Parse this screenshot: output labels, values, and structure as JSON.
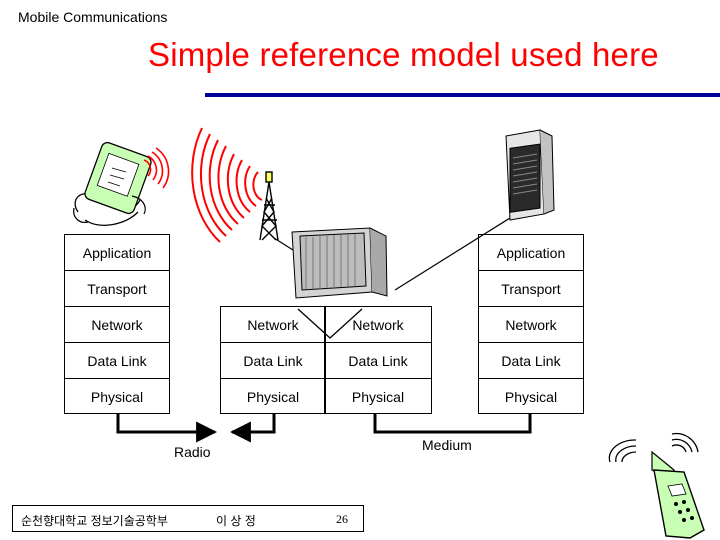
{
  "header": {
    "subject": "Mobile Communications"
  },
  "title": "Simple reference model used here",
  "colors": {
    "title": "#ff0000",
    "rule": "#000099",
    "waves": "#ff0000",
    "device": "#c8ffb4"
  },
  "stacks": {
    "mobile": [
      "Application",
      "Transport",
      "Network",
      "Data Link",
      "Physical"
    ],
    "base_left": [
      "Network",
      "Data Link",
      "Physical"
    ],
    "base_right": [
      "Network",
      "Data Link",
      "Physical"
    ],
    "server": [
      "Application",
      "Transport",
      "Network",
      "Data Link",
      "Physical"
    ]
  },
  "links": {
    "radio": "Radio",
    "medium": "Medium"
  },
  "footer": {
    "school": "순천향대학교 정보기술공학부",
    "author": "이 상 정",
    "page": "26"
  },
  "icons": [
    "pda-hand-icon",
    "radio-waves-icon",
    "antenna-tower-icon",
    "base-station-icon",
    "server-icon",
    "cellphone-icon"
  ]
}
